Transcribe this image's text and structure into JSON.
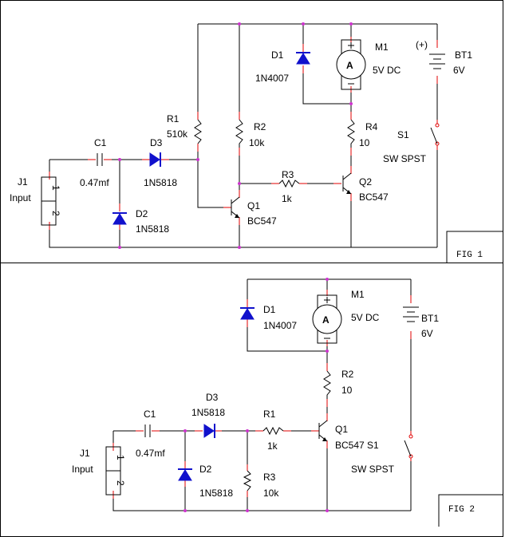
{
  "fig1": {
    "label": "FIG 1",
    "j1": {
      "ref": "J1",
      "type": "Input",
      "pin1": "1",
      "pin2": "2"
    },
    "c1": {
      "ref": "C1",
      "value": "0.47mf"
    },
    "d3": {
      "ref": "D3",
      "value": "1N5818"
    },
    "d2": {
      "ref": "D2",
      "value": "1N5818"
    },
    "r1": {
      "ref": "R1",
      "value": "510k"
    },
    "r2": {
      "ref": "R2",
      "value": "10k"
    },
    "r3": {
      "ref": "R3",
      "value": "1k"
    },
    "r4": {
      "ref": "R4",
      "value": "10"
    },
    "q1": {
      "ref": "Q1",
      "value": "BC547"
    },
    "q2": {
      "ref": "Q2",
      "value": "BC547"
    },
    "d1": {
      "ref": "D1",
      "value": "1N4007"
    },
    "m1": {
      "ref": "M1",
      "value": "5V DC",
      "symbol": "A"
    },
    "bt1": {
      "ref": "BT1",
      "value": "6V",
      "polarity": "(+)"
    },
    "s1": {
      "ref": "S1",
      "value": "SW SPST"
    }
  },
  "fig2": {
    "label": "FIG 2",
    "j1": {
      "ref": "J1",
      "type": "Input",
      "pin1": "1",
      "pin2": "2"
    },
    "c1": {
      "ref": "C1",
      "value": "0.47mf"
    },
    "d3": {
      "ref": "D3",
      "value": "1N5818"
    },
    "d2": {
      "ref": "D2",
      "value": "1N5818"
    },
    "r1": {
      "ref": "R1",
      "value": "1k"
    },
    "r3": {
      "ref": "R3",
      "value": "10k"
    },
    "r2": {
      "ref": "R2",
      "value": "10"
    },
    "q1": {
      "ref": "Q1",
      "value": "BC547"
    },
    "d1": {
      "ref": "D1",
      "value": "1N4007"
    },
    "m1": {
      "ref": "M1",
      "value": "5V DC",
      "symbol": "A"
    },
    "bt1": {
      "ref": "BT1",
      "value": "6V"
    },
    "s1": {
      "ref": "S1",
      "value": "SW SPST"
    }
  }
}
